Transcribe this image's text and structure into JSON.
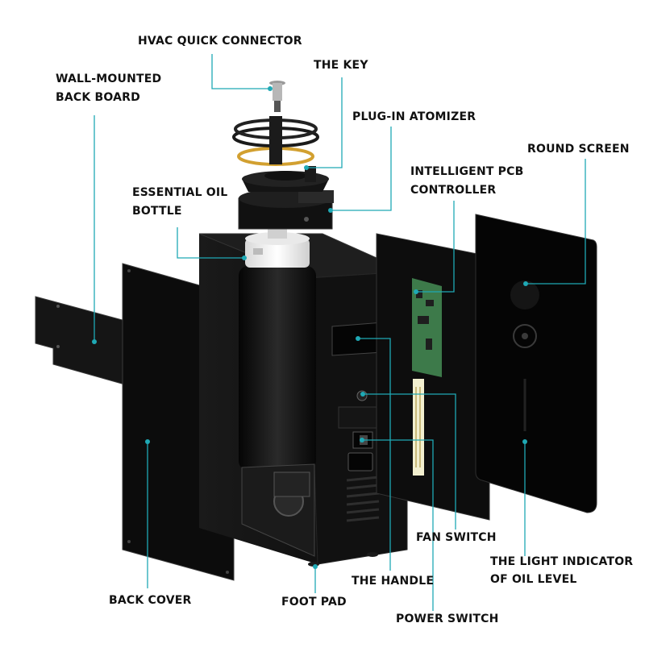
{
  "accent_color": "#1fa9b5",
  "labels": {
    "hvac_quick_connector": "HVAC QUICK CONNECTOR",
    "the_key": "THE KEY",
    "wall_mounted_back_board": [
      "WALL-MOUNTED",
      "BACK BOARD"
    ],
    "plug_in_atomizer": "PLUG-IN ATOMIZER",
    "round_screen": "ROUND SCREEN",
    "intelligent_pcb_controller": [
      "INTELLIGENT PCB",
      "CONTROLLER"
    ],
    "essential_oil_bottle": [
      "ESSENTIAL OIL",
      "BOTTLE"
    ],
    "fan_switch": "FAN SWITCH",
    "light_indicator": [
      "THE LIGHT INDICATOR",
      "OF OIL LEVEL"
    ],
    "the_handle": "THE HANDLE",
    "back_cover": "BACK COVER",
    "foot_pad": "FOOT PAD",
    "power_switch": "POWER SWITCH"
  }
}
